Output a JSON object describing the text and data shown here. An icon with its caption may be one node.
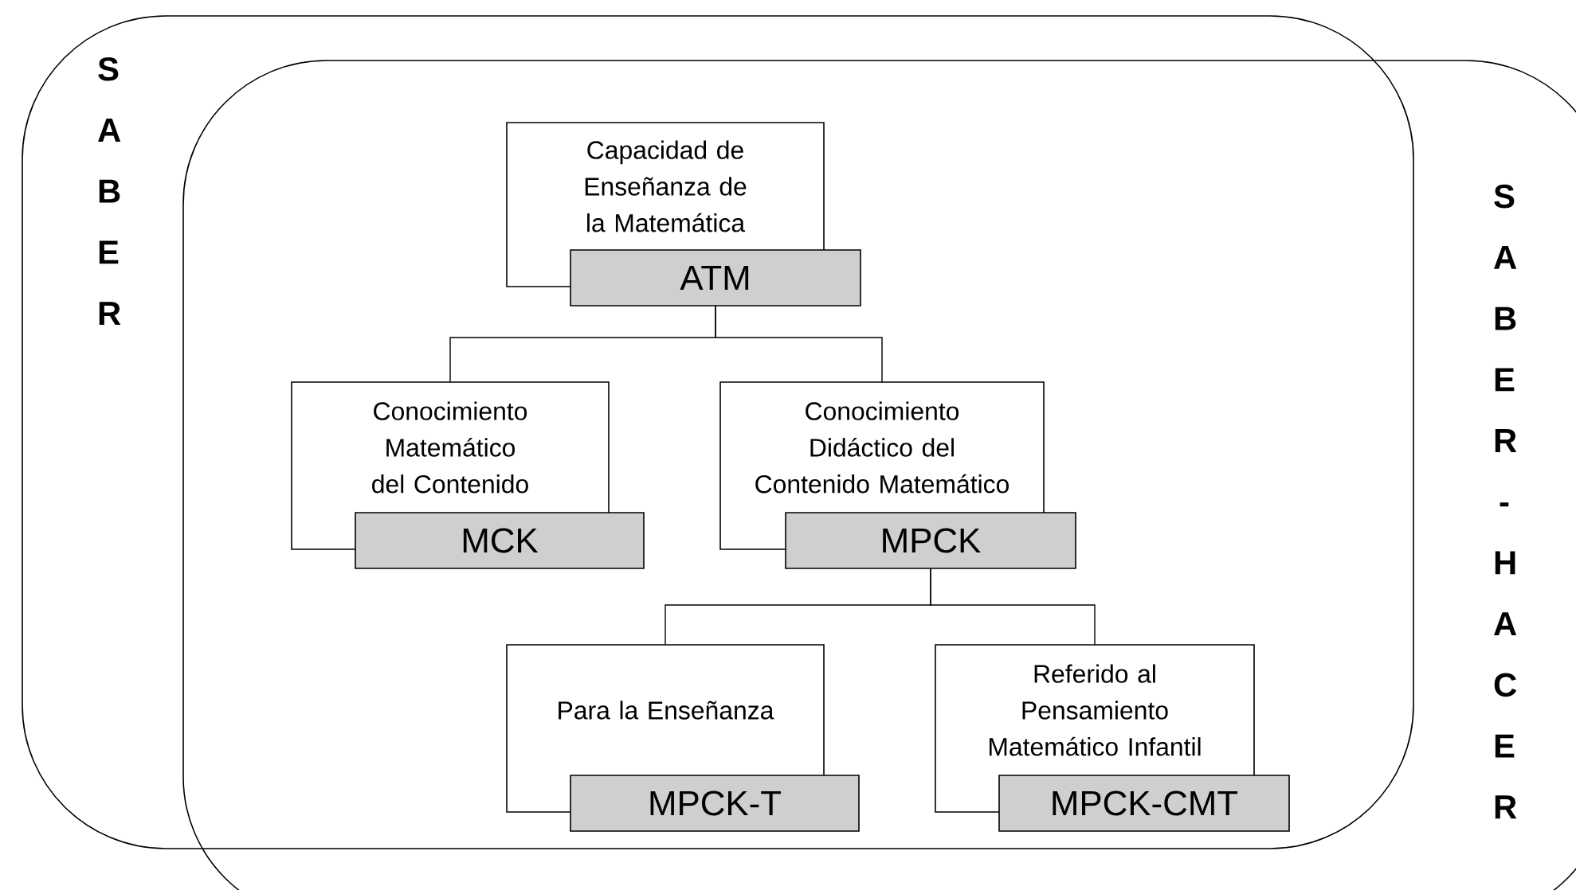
{
  "diagram": {
    "nodes": [
      {
        "text": [
          "Capacidad de Enseñanza de la Matemática",
          "ATM"
        ]
      },
      {
        "text": [
          "Conocimiento Matemático del Contenido",
          "MCK"
        ]
      },
      {
        "text": [
          "Conocimiento Didáctico del Contenido Matemático",
          "MPCK"
        ]
      },
      {
        "text": [
          "Para la Enseñanza",
          "MPCK-T"
        ]
      },
      {
        "text": [
          "Referido al Pensamiento Matemático Infantil",
          "MPCK-CMT"
        ]
      }
    ],
    "edges": [
      {
        "from": 0,
        "to": 1,
        "arrow": "none"
      },
      {
        "from": 0,
        "to": 2,
        "arrow": "none"
      },
      {
        "from": 2,
        "to": 3,
        "arrow": "none"
      },
      {
        "from": 2,
        "to": 4,
        "arrow": "none"
      }
    ],
    "labels": [
      "S A B E R",
      "S A B E R - H A C E R"
    ]
  }
}
